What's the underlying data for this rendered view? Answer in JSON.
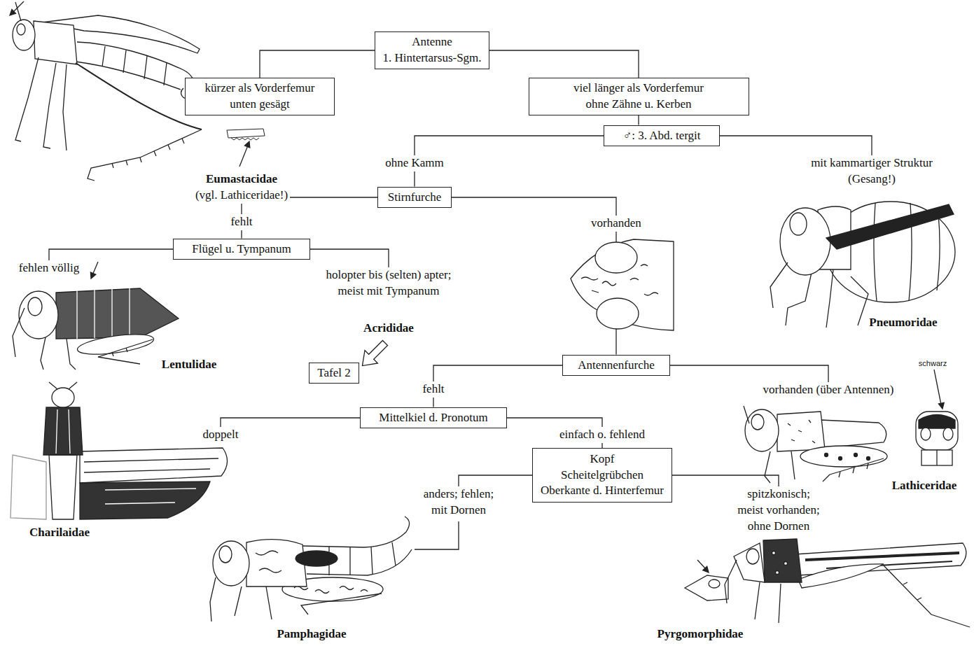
{
  "diagram": {
    "nodes": [
      {
        "text": [
          "Antenne",
          "1. Hintertarsus-Sgm."
        ]
      },
      {
        "text": [
          "kürzer als Vorderfemur",
          "unten gesägt"
        ]
      },
      {
        "text": [
          "viel länger als Vorderfemur",
          "ohne Zähne u. Kerben"
        ]
      },
      {
        "text": [
          "♂: 3. Abd. tergit"
        ]
      },
      {
        "text": [
          "Stirnfurche"
        ]
      },
      {
        "text": [
          "Flügel u. Tympanum"
        ]
      },
      {
        "text": [
          "Tafel 2"
        ]
      },
      {
        "text": [
          "Antennenfurche"
        ]
      },
      {
        "text": [
          "Mittelkiel d. Pronotum"
        ]
      },
      {
        "text": [
          "Kopf",
          "Scheitelgrübchen",
          "Oberkante d. Hinterfemur"
        ]
      }
    ],
    "edges": [
      {
        "from": 0,
        "to": 1,
        "arrow": "none"
      },
      {
        "from": 0,
        "to": 2,
        "arrow": "none"
      },
      {
        "from": 2,
        "to": 3,
        "arrow": "none"
      },
      {
        "from": 3,
        "to": 4,
        "label": "ohne Kamm",
        "arrow": "none"
      },
      {
        "from": 4,
        "to": 5,
        "label": "fehlt",
        "arrow": "none"
      },
      {
        "from": 4,
        "to": 7,
        "label": "vorhanden",
        "arrow": "none"
      },
      {
        "from": 7,
        "to": 8,
        "label": "fehlt",
        "arrow": "none"
      },
      {
        "from": 8,
        "to": 9,
        "label": "einfach o. fehlend",
        "arrow": "none"
      }
    ],
    "labels": [
      "Eumastacidae",
      "(vgl. Lathiceridae!)",
      "mit kammartiger Struktur (Gesang!)",
      "fehlen völlig",
      "holopter bis (selten) apter; meist mit Tympanum",
      "Pneumoridae",
      "Acrididae",
      "Lentulidae",
      "vorhanden (über Antennen)",
      "schwarz",
      "doppelt",
      "anders; fehlen; mit Dornen",
      "spitzkonisch; meist vorhanden; ohne Dornen",
      "Lathiceridae",
      "Charilaidae",
      "Pamphagidae",
      "Pyrgomorphidae"
    ]
  }
}
